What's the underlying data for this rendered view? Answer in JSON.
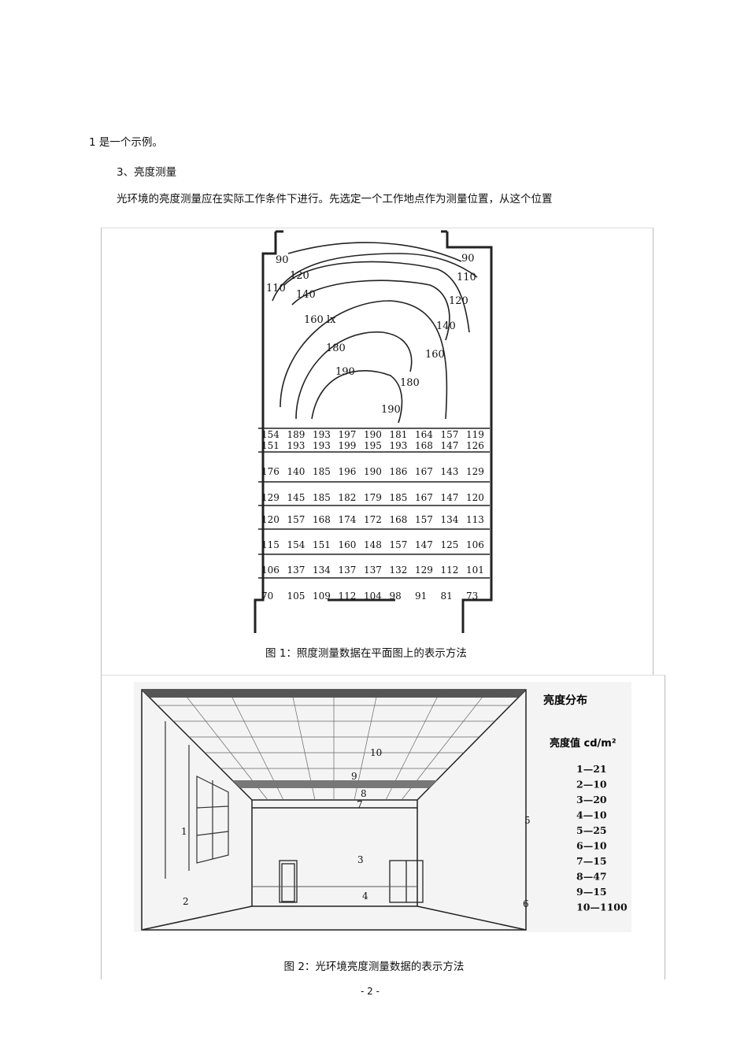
{
  "paragraphs": {
    "p1": "1 是一个示例。",
    "p2": "3、亮度测量",
    "p3": "光环境的亮度测量应在实际工作条件下进行。先选定一个工作地点作为测量位置，从这个位置"
  },
  "figure1": {
    "caption": "图 1：照度测量数据在平面图上的表示方法",
    "contour_labels": [
      "90",
      "90",
      "120",
      "110",
      "110",
      "140",
      "120",
      "160 lx",
      "140",
      "180",
      "160",
      "190",
      "180",
      "190"
    ],
    "grid_rows": [
      [
        "154",
        "189",
        "193",
        "197",
        "190",
        "181",
        "164",
        "157",
        "119"
      ],
      [
        "151",
        "193",
        "193",
        "199",
        "195",
        "193",
        "168",
        "147",
        "126"
      ],
      [
        "176",
        "140",
        "185",
        "196",
        "190",
        "186",
        "167",
        "143",
        "129"
      ],
      [
        "129",
        "145",
        "185",
        "182",
        "179",
        "185",
        "167",
        "147",
        "120"
      ],
      [
        "120",
        "157",
        "168",
        "174",
        "172",
        "168",
        "157",
        "134",
        "113"
      ],
      [
        "115",
        "154",
        "151",
        "160",
        "148",
        "157",
        "147",
        "125",
        "106"
      ],
      [
        "106",
        "137",
        "134",
        "137",
        "137",
        "132",
        "129",
        "112",
        "101"
      ],
      [
        "70",
        "105",
        "109",
        "112",
        "104",
        "98",
        "91",
        "81",
        "73"
      ]
    ]
  },
  "figure2": {
    "caption": "图 2：光环境亮度测量数据的表示方法",
    "title": "亮度分布",
    "subtitle": "亮度值 cd/m²",
    "legend": [
      "1—21",
      "2—10",
      "3—20",
      "4—10",
      "5—25",
      "6—10",
      "7—15",
      "8—47",
      "9—15",
      "10—1100"
    ],
    "points": [
      "1",
      "2",
      "3",
      "4",
      "5",
      "6",
      "7",
      "8",
      "9",
      "10"
    ]
  },
  "page_number": "- 2 -"
}
